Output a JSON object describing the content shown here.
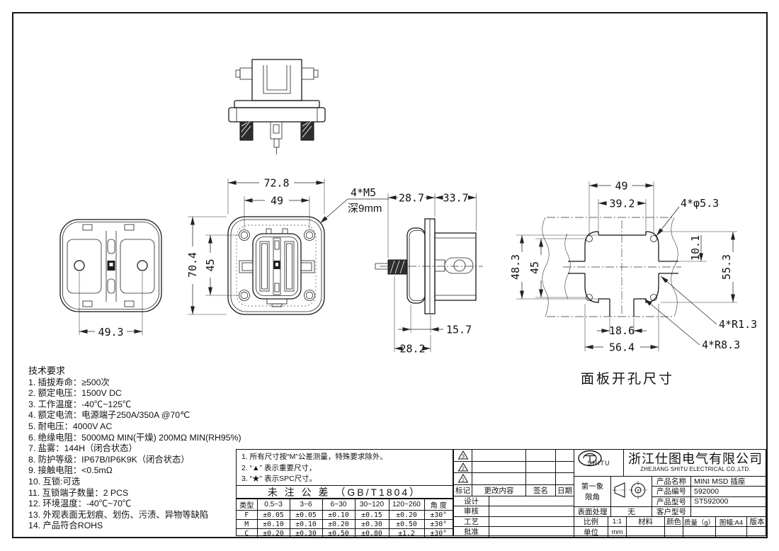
{
  "views": {
    "back": {
      "dim_w": "49.3"
    },
    "front": {
      "dim_overall_w": "72.8",
      "dim_holes_w": "49",
      "dim_overall_h": "70.4",
      "dim_holes_h": "45",
      "thread_note": "4*M5",
      "depth_note": "深9mm"
    },
    "side": {
      "dim_front": "28.7",
      "dim_rear": "33.7",
      "dim_flange": "15.7",
      "dim_total": "28.2"
    },
    "panel": {
      "caption": "面板开孔尺寸",
      "dim_holes_w": "49",
      "dim_top_w": "39.2",
      "holes_note": "4*φ5.3",
      "dim_slot": "10.1",
      "dim_h_right": "55.3",
      "dim_h_left": "48.3",
      "dim_holes_h": "45",
      "dim_tab_w": "18.6",
      "dim_w": "56.4",
      "radius_note_small": "4*R1.3",
      "radius_note_large": "4*R8.3"
    }
  },
  "tech": {
    "title": "技术要求",
    "items": [
      "1. 插拔寿命：≥500次",
      "2. 额定电压：1500V DC",
      "3. 工作温度：-40℃~125℃",
      "4. 额定电流：电源端子250A/350A @70℃",
      "5. 耐电压：4000V AC",
      "6. 绝缘电阻：5000MΩ MIN(干燥) 200MΩ MIN(RH95%)",
      "7. 盐雾：144H（闭合状态）",
      "8. 防护等级：IP67B/IP6K9K（闭合状态）",
      "9. 接触电阻：<0.5mΩ",
      "10. 互锁:可选",
      "11. 互锁端子数量：2 PCS",
      "12. 环境温度：-40℃~70℃",
      "13. 外观表面无划痕、划伤、污渍、异物等缺陷",
      "14. 产品符合ROHS"
    ]
  },
  "tolerance": {
    "notes": [
      "1. 所有尺寸按“M”公差测量，特殊要求除外。",
      "2. “▲” 表示重要尺寸，",
      "3. “★” 表示SPC尺寸。"
    ],
    "title": "未 注 公 差 （GB/T1804）",
    "headers": [
      "类型",
      "0.5~3",
      "3~6",
      "6~30",
      "30~120",
      "120~260",
      "角 度"
    ],
    "rows": [
      {
        "type": "F",
        "values": [
          "±0.05",
          "±0.05",
          "±0.10",
          "±0.15",
          "±0.20",
          "±30°"
        ]
      },
      {
        "type": "M",
        "values": [
          "±0.10",
          "±0.10",
          "±0.20",
          "±0.30",
          "±0.50",
          "±30°"
        ]
      },
      {
        "type": "C",
        "values": [
          "±0.20",
          "±0.30",
          "±0.50",
          "±0.80",
          "±1.2",
          "±30°"
        ]
      }
    ]
  },
  "title_block": {
    "company_cn": "浙江仕图电气有限公司",
    "company_en": "ZHEJIANG SHITU ELECTRICAL CO.,LTD.",
    "logo_text": "SHITU",
    "revision_marks": [
      "3",
      "2",
      "1"
    ],
    "rev_headers": [
      "标记",
      "更改内容",
      "签名",
      "日期"
    ],
    "sign_labels": [
      "设计",
      "审核",
      "工艺",
      "批准"
    ],
    "projection_line1": "第一象",
    "projection_line2": "限角",
    "labels": {
      "product_name": "产品名称",
      "product_code": "产品编号",
      "product_model": "产品型号",
      "customer_model": "客户型号",
      "surface": "表面处理",
      "scale": "比例",
      "unit": "单位",
      "material": "材料",
      "color": "颜色",
      "weight": "质量（g）",
      "sheet": "图幅:A4",
      "version": "版本"
    },
    "values": {
      "product_name": "MINI MSD 插座",
      "product_code": "592000",
      "product_model": "ST592000",
      "surface": "无",
      "scale": "1:1",
      "unit": "mm"
    }
  }
}
